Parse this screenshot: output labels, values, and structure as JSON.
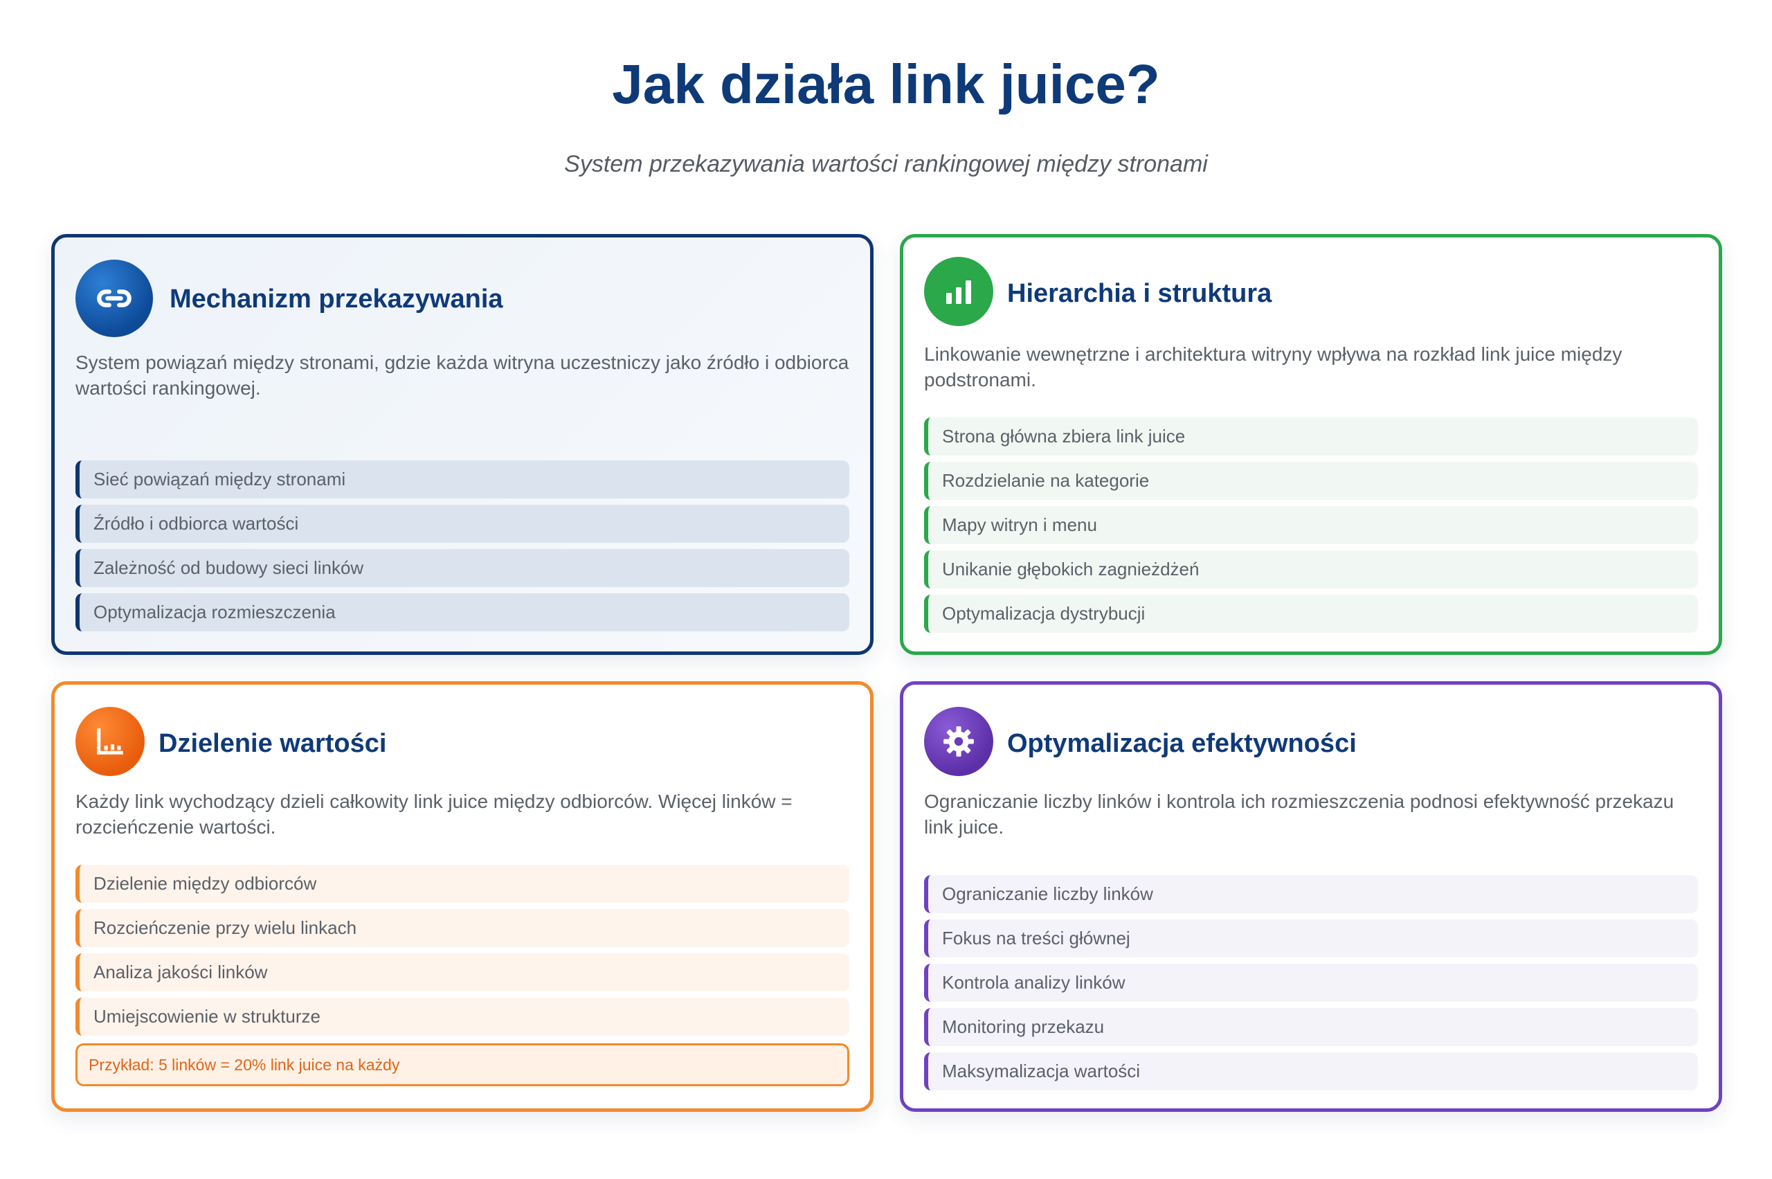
{
  "page": {
    "title": "Jak działa link juice?",
    "subtitle": "System przekazywania wartości rankingowej między stronami"
  },
  "colors": {
    "navy": "#0e3670",
    "green": "#2aa84a",
    "orange": "#f28a2c",
    "purple": "#6f42c1"
  },
  "cards": [
    {
      "icon": "link-icon",
      "title": "Mechanizm przekazywania",
      "description": "System powiązań między stronami, gdzie każda witryna uczestniczy jako źródło i odbiorca wartości rankingowej.",
      "items": [
        "Sieć powiązań między stronami",
        "Źródło i odbiorca wartości",
        "Zależność od budowy sieci linków",
        "Optymalizacja rozmieszczenia"
      ]
    },
    {
      "icon": "bar-chart-icon",
      "title": "Hierarchia i struktura",
      "description": "Linkowanie wewnętrzne i architektura witryny wpływa na rozkład link juice między podstronami.",
      "items": [
        "Strona główna zbiera link juice",
        "Rozdzielanie na kategorie",
        "Mapy witryn i menu",
        "Unikanie głębokich zagnieżdżeń",
        "Optymalizacja dystrybucji"
      ]
    },
    {
      "icon": "distribution-chart-icon",
      "title": "Dzielenie wartości",
      "description": "Każdy link wychodzący dzieli całkowity link juice między odbiorców. Więcej linków = rozcieńczenie wartości.",
      "items": [
        "Dzielenie między odbiorców",
        "Rozcieńczenie przy wielu linkach",
        "Analiza jakości linków",
        "Umiejscowienie w strukturze"
      ],
      "example": "Przykład: 5 linków = 20% link juice na każdy"
    },
    {
      "icon": "gear-icon",
      "title": "Optymalizacja efektywności",
      "description": "Ograniczanie liczby linków i kontrola ich rozmieszczenia podnosi efektywność przekazu link juice.",
      "items": [
        "Ograniczanie liczby linków",
        "Fokus na treści głównej",
        "Kontrola analizy linków",
        "Monitoring przekazu",
        "Maksymalizacja wartości"
      ]
    }
  ]
}
